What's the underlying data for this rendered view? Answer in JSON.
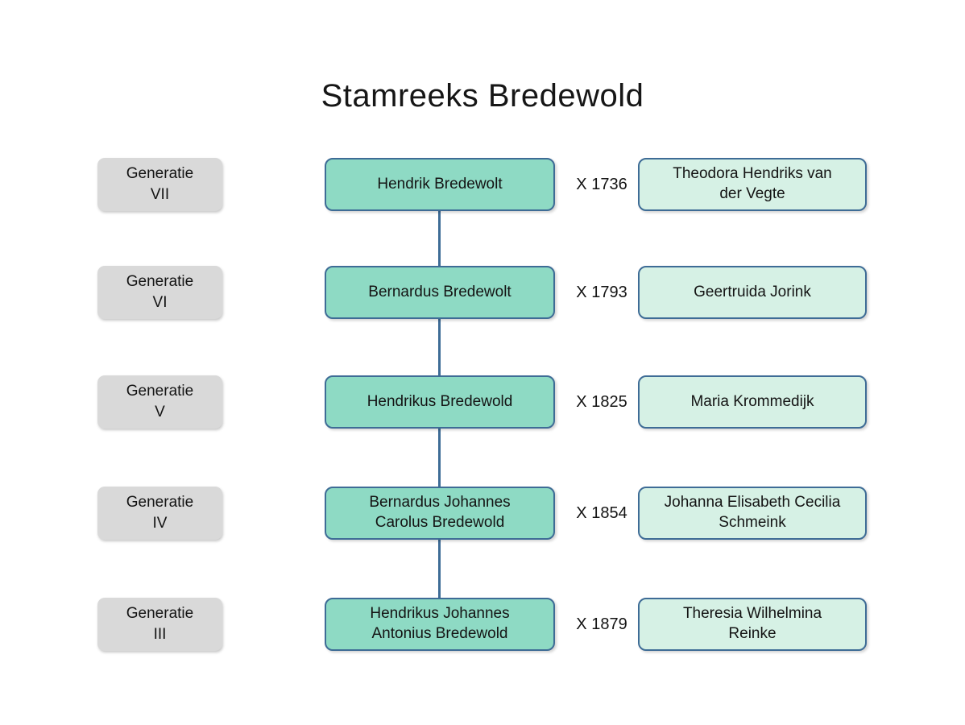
{
  "title": "Stamreeks Bredewold",
  "colors": {
    "main_box_fill": "#8EDAC4",
    "spouse_box_fill": "#D6F1E5",
    "box_border": "#3E6C96",
    "connector": "#3E6C96",
    "generation_label_fill": "#D9D9D9"
  },
  "rows": [
    {
      "generation_label": "Generatie",
      "generation_number": "VII",
      "person": "Hendrik Bredewolt",
      "marriage": "X 1736",
      "spouse": "Theodora Hendriks van\nder Vegte"
    },
    {
      "generation_label": "Generatie",
      "generation_number": "VI",
      "person": "Bernardus Bredewolt",
      "marriage": "X 1793",
      "spouse": "Geertruida Jorink"
    },
    {
      "generation_label": "Generatie",
      "generation_number": "V",
      "person": "Hendrikus Bredewold",
      "marriage": "X 1825",
      "spouse": "Maria Krommedijk"
    },
    {
      "generation_label": "Generatie",
      "generation_number": "IV",
      "person": "Bernardus Johannes\nCarolus Bredewold",
      "marriage": "X 1854",
      "spouse": "Johanna Elisabeth Cecilia\nSchmeink"
    },
    {
      "generation_label": "Generatie",
      "generation_number": "III",
      "person": "Hendrikus Johannes\nAntonius Bredewold",
      "marriage": "X 1879",
      "spouse": "Theresia Wilhelmina\nReinke"
    }
  ]
}
